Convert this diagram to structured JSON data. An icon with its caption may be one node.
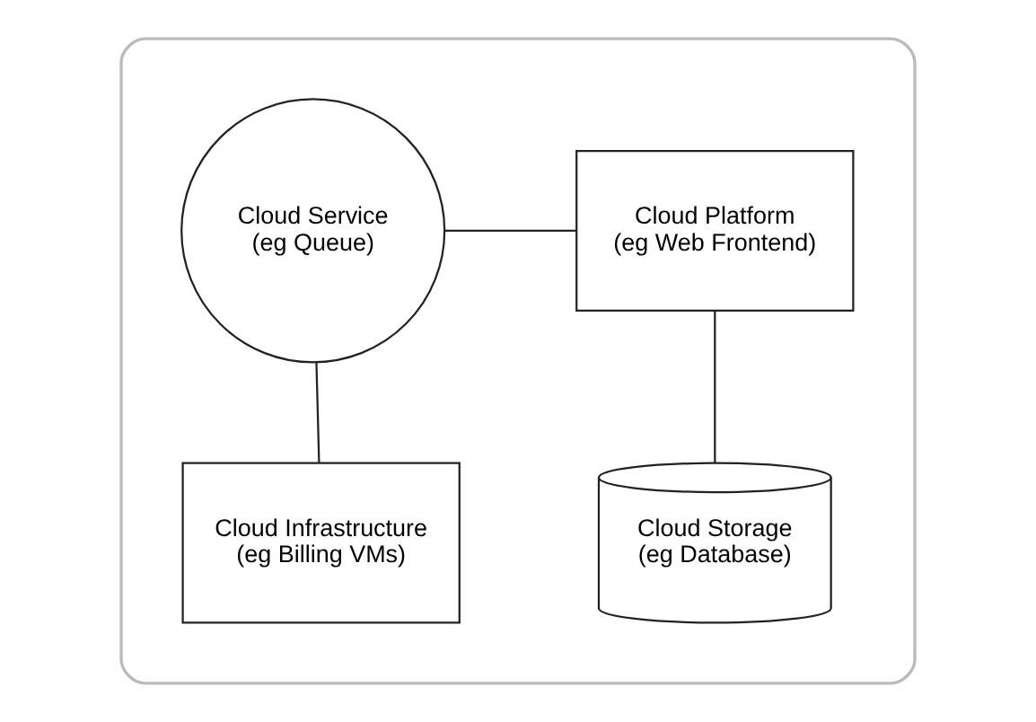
{
  "diagram": {
    "nodes": [
      {
        "text": [],
        "shape": "cloud"
      },
      {
        "text": [
          "Cloud Service (eg Queue)"
        ],
        "in": 0
      },
      {
        "text": [
          "Cloud Platform (eg Web Frontend)"
        ],
        "in": 0
      },
      {
        "text": [
          "Cloud Infrastructure (eg Billing VMs)"
        ],
        "in": 0
      },
      {
        "text": [
          "Cloud Storage (eg Database)"
        ],
        "in": 0
      }
    ],
    "edges": [
      {
        "from": 1,
        "to": 2,
        "arrow": "none"
      },
      {
        "from": 1,
        "to": 3,
        "arrow": "none"
      },
      {
        "from": 2,
        "to": 4,
        "arrow": "none"
      }
    ]
  }
}
